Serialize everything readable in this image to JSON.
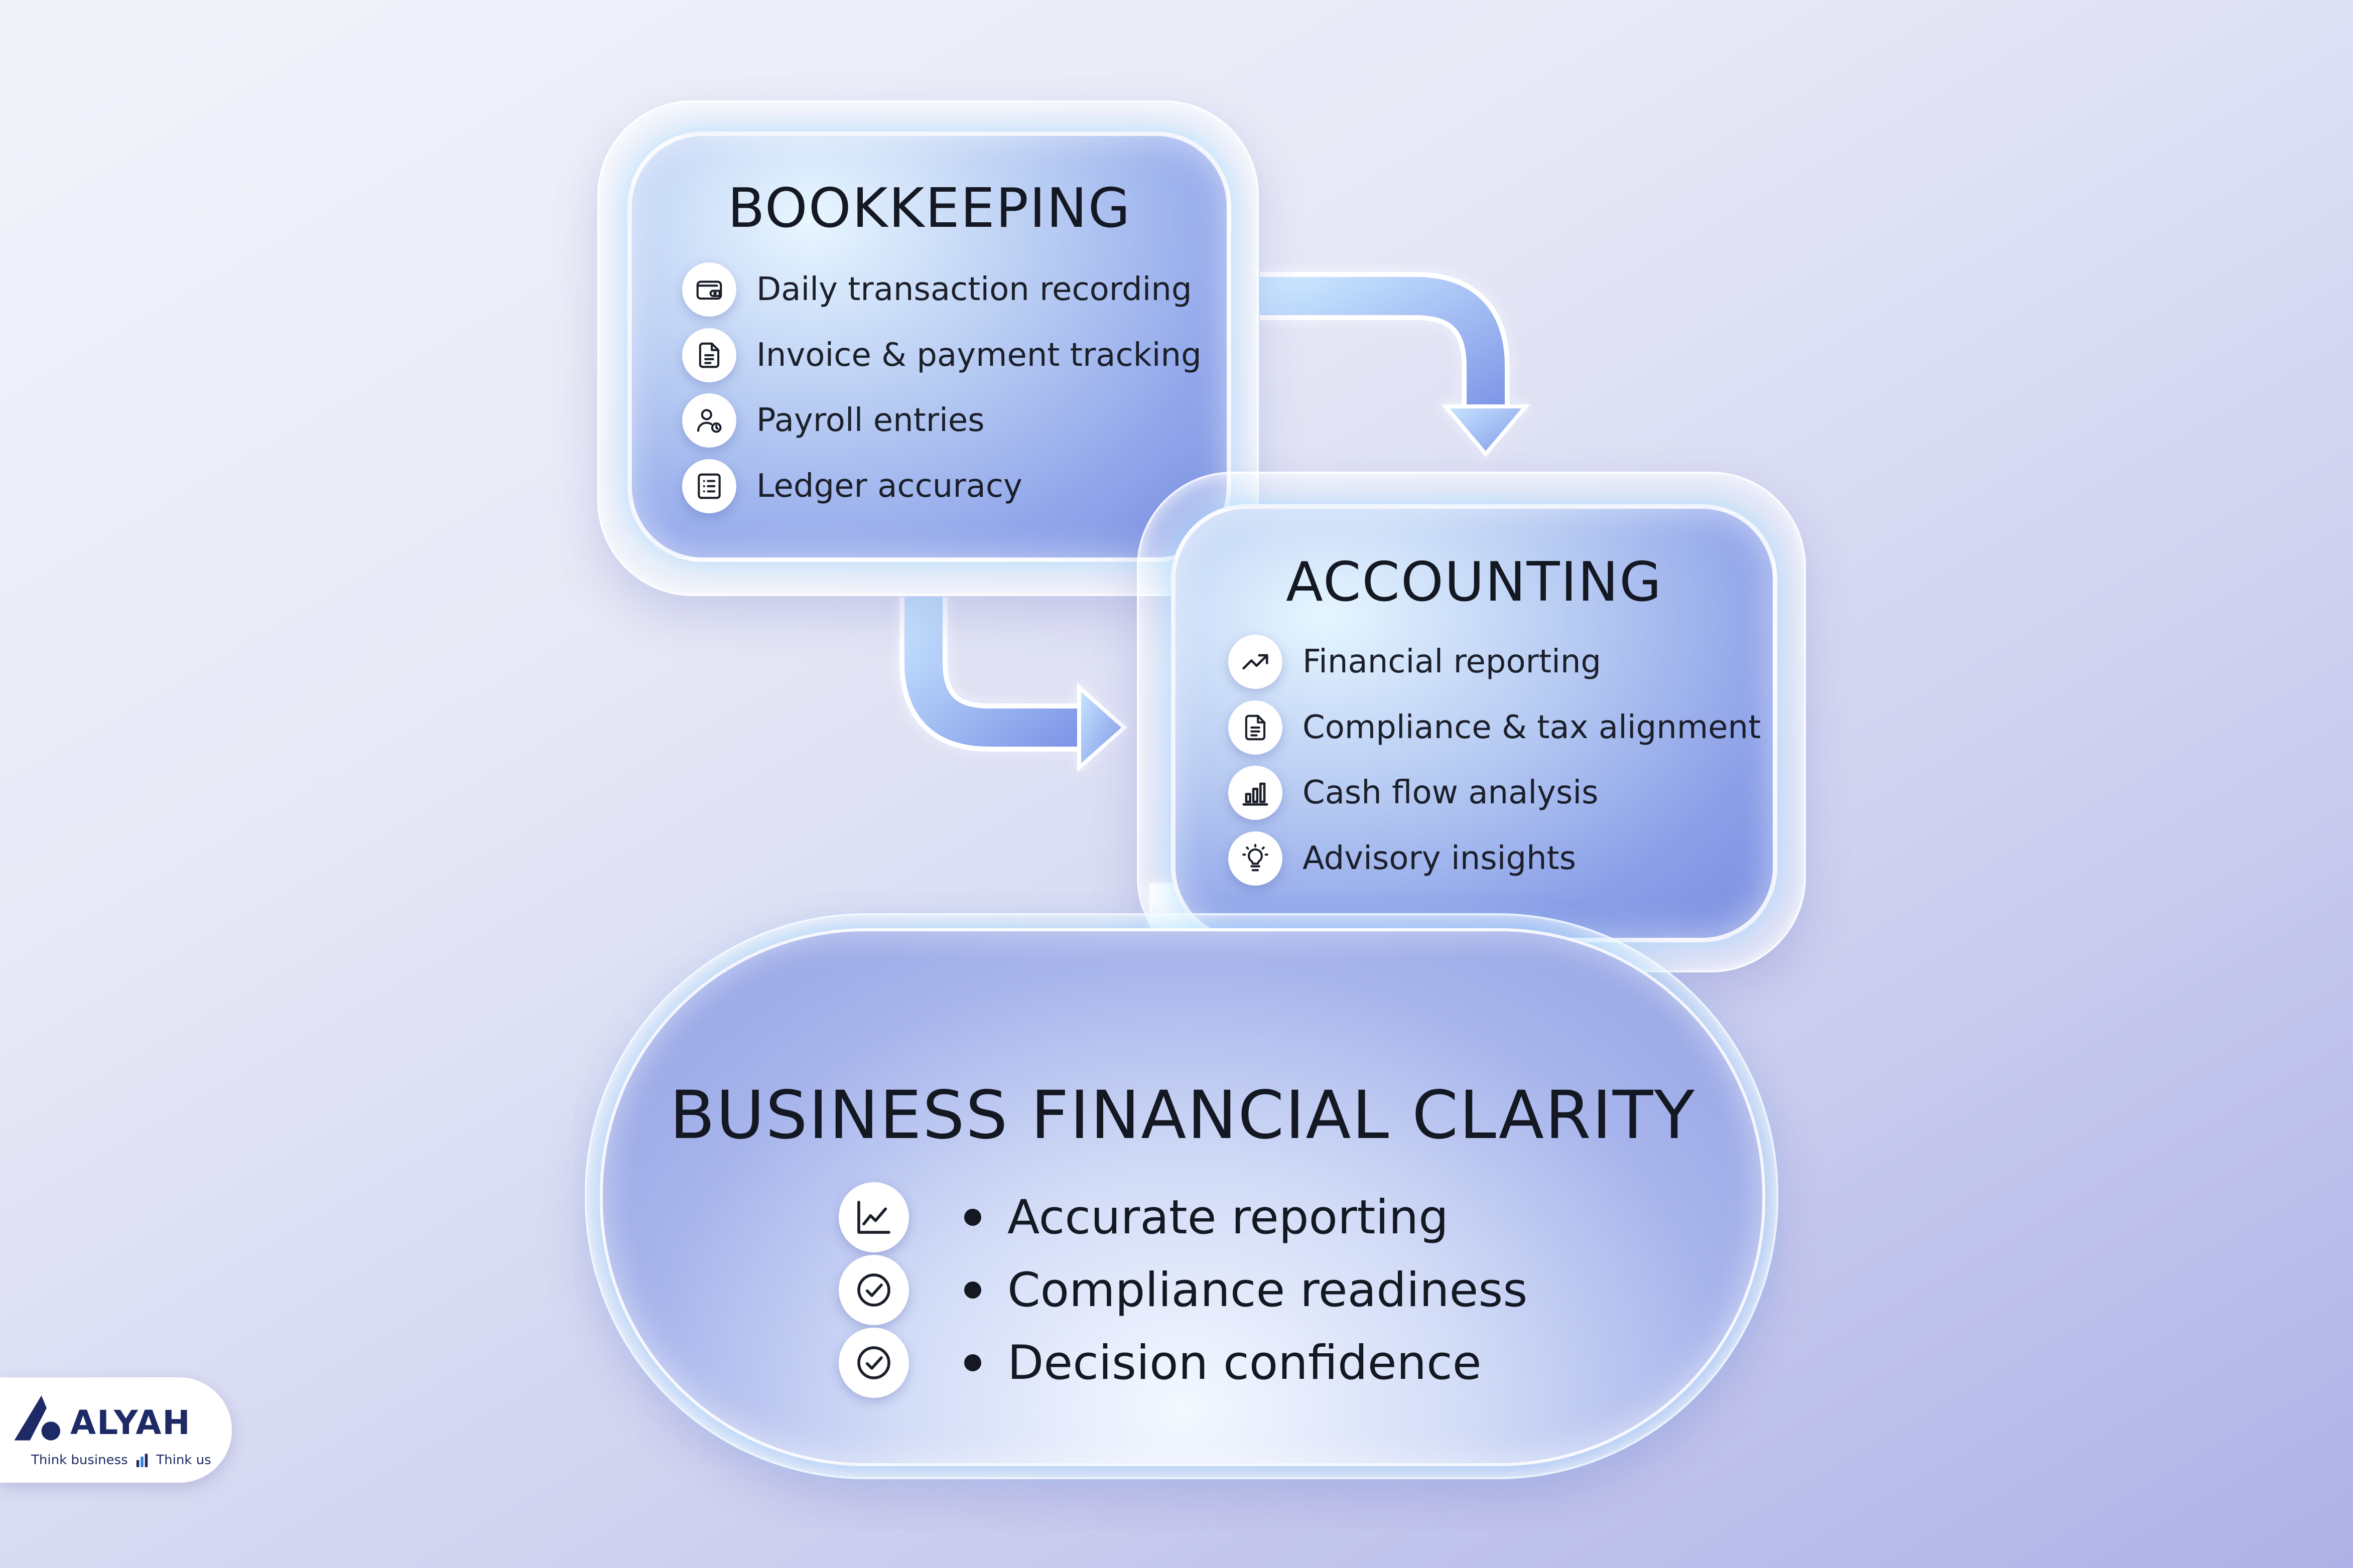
{
  "bookkeeping": {
    "title": "BOOKKEEPING",
    "items": [
      {
        "icon": "wallet-icon",
        "label": "Daily transaction recording"
      },
      {
        "icon": "document-icon",
        "label": "Invoice & payment tracking"
      },
      {
        "icon": "user-payroll-icon",
        "label": "Payroll entries"
      },
      {
        "icon": "ledger-list-icon",
        "label": "Ledger accuracy"
      }
    ]
  },
  "accounting": {
    "title": "ACCOUNTING",
    "items": [
      {
        "icon": "trend-up-icon",
        "label": "Financial reporting"
      },
      {
        "icon": "document-icon",
        "label": "Compliance & tax alignment"
      },
      {
        "icon": "bar-chart-icon",
        "label": "Cash flow analysis"
      },
      {
        "icon": "lightbulb-icon",
        "label": "Advisory insights"
      }
    ]
  },
  "clarity": {
    "title": "BUSINESS FINANCIAL CLARITY",
    "items": [
      {
        "icon": "line-chart-icon",
        "label": "Accurate reporting"
      },
      {
        "icon": "check-circle-icon",
        "label": "Compliance readiness"
      },
      {
        "icon": "check-circle-icon",
        "label": "Decision confidence"
      }
    ]
  },
  "logo": {
    "name": "ALYAH",
    "tagline_left": "Think business",
    "tagline_right": "Think us"
  },
  "colors": {
    "card_blue": "#7f93e6",
    "glow": "#8fd8ff",
    "text": "#141822",
    "logo_navy": "#1d2a66"
  }
}
